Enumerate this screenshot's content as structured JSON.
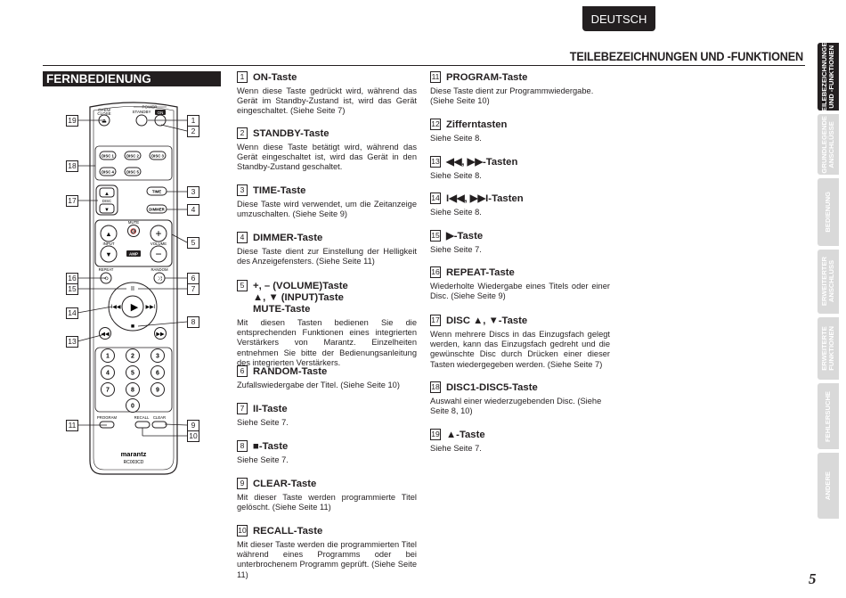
{
  "header": {
    "language_tab": "DEUTSCH",
    "section_title": "TEILEBEZEICHNUNGEN UND -FUNKTIONEN",
    "page_number": "5"
  },
  "remote": {
    "heading": "FERNBEDIENUNG",
    "labels": {
      "open_close": "OPEN/\nCLOSE",
      "power": "POWER",
      "standby": "STANDBY",
      "on": "ON",
      "disc1": "DISC 1",
      "disc2": "DISC 2",
      "disc3": "DISC 3",
      "disc4": "DISC 4",
      "disc5": "DISC 5",
      "disc": "DISC",
      "time": "TIME",
      "dimmer": "DIMMER",
      "mute": "MUTE",
      "input": "INPUT",
      "volume": "VOLUME",
      "amp": "AMP",
      "repeat": "REPEAT",
      "random": "RANDOM",
      "program": "PROGRAM",
      "recall": "RECALL",
      "clear": "CLEAR",
      "brand": "marantz",
      "model": "RC003CD"
    },
    "digits": [
      "1",
      "2",
      "3",
      "4",
      "5",
      "6",
      "7",
      "8",
      "9",
      "0"
    ],
    "callouts": [
      "1",
      "2",
      "3",
      "4",
      "5",
      "6",
      "7",
      "8",
      "9",
      "10",
      "11",
      "13",
      "14",
      "15",
      "16",
      "17",
      "18",
      "19"
    ]
  },
  "items_left": [
    {
      "num": "1",
      "title": "ON-Taste",
      "desc": "Wenn diese Taste gedrückt wird, während das Gerät im Standby-Zustand ist, wird das Gerät eingeschaltet. (Siehe Seite 7)"
    },
    {
      "num": "2",
      "title": "STANDBY-Taste",
      "desc": "Wenn diese Taste betätigt wird, während das Gerät eingeschaltet ist, wird das Gerät in den Standby-Zustand geschaltet."
    },
    {
      "num": "3",
      "title": "TIME-Taste",
      "desc": "Diese Taste wird verwendet, um die Zeitanzeige umzuschalten. (Siehe Seite 9)"
    },
    {
      "num": "4",
      "title": "DIMMER-Taste",
      "desc": "Diese Taste dient zur Einstellung der Helligkeit des Anzeigefensters. (Siehe Seite 11)"
    },
    {
      "num": "5",
      "title": "+, – (VOLUME)Taste",
      "title2": "▲, ▼ (INPUT)Taste",
      "title3": "MUTE-Taste",
      "desc": "Mit diesen Tasten bedienen Sie die entsprechenden Funktionen eines integrierten Verstärkers von Marantz. Einzelheiten entnehmen Sie bitte der Bedienungsanleitung des integrierten Verstärkers."
    },
    {
      "num": "6",
      "title": "RANDOM-Taste",
      "desc": "Zufallswiedergabe der Titel. (Siehe Seite 10)"
    },
    {
      "num": "7",
      "title": "II-Taste",
      "desc": "Siehe Seite 7."
    },
    {
      "num": "8",
      "title": "■-Taste",
      "desc": "Siehe Seite 7."
    },
    {
      "num": "9",
      "title": "CLEAR-Taste",
      "desc": "Mit dieser Taste werden programmierte Titel gelöscht. (Siehe Seite 11)"
    },
    {
      "num": "10",
      "title": "RECALL-Taste",
      "desc": "Mit dieser Taste werden die programmierten Titel während eines Programms oder bei unterbrochenem Programm geprüft. (Siehe Seite 11)"
    }
  ],
  "items_right": [
    {
      "num": "11",
      "title": "PROGRAM-Taste",
      "desc": "Diese Taste dient zur Programmwiedergabe. (Siehe Seite 10)"
    },
    {
      "num": "12",
      "title": "Zifferntasten",
      "desc": "Siehe Seite 8."
    },
    {
      "num": "13",
      "title": "◀◀, ▶▶-Tasten",
      "desc": "Siehe Seite 8."
    },
    {
      "num": "14",
      "title": "I◀◀, ▶▶I-Tasten",
      "desc": "Siehe Seite 8."
    },
    {
      "num": "15",
      "title": "▶-Taste",
      "desc": "Siehe Seite 7."
    },
    {
      "num": "16",
      "title": "REPEAT-Taste",
      "desc": "Wiederholte Wiedergabe eines Titels oder einer Disc. (Siehe Seite 9)"
    },
    {
      "num": "17",
      "title": "DISC ▲, ▼-Taste",
      "desc": "Wenn mehrere Discs in das Einzugsfach gelegt werden, kann das Einzugsfach gedreht und die gewünschte Disc durch Drücken einer dieser Tasten wiedergegeben werden. (Siehe Seite 7)"
    },
    {
      "num": "18",
      "title": "DISC1-DISC5-Taste",
      "desc": "Auswahl einer wiederzugebenden Disc. (Siehe Seite 8, 10)"
    },
    {
      "num": "19",
      "title": "▲-Taste",
      "desc": "Siehe Seite 7."
    }
  ],
  "side_tabs": [
    {
      "label": "TEILEBEZEICHNUNGEN\nUND -FUNKTIONEN",
      "active": true
    },
    {
      "label": "GRUNDLEGENDE\nANSCHLÜSSE",
      "active": false
    },
    {
      "label": "BEDIENUNG",
      "active": false
    },
    {
      "label": "ERWEITERTER\nANSCHLUSS",
      "active": false
    },
    {
      "label": "ERWEITERTE\nFUNKTIONEN",
      "active": false
    },
    {
      "label": "FEHLERSUCHE",
      "active": false
    },
    {
      "label": "ANDERE",
      "active": false
    }
  ]
}
